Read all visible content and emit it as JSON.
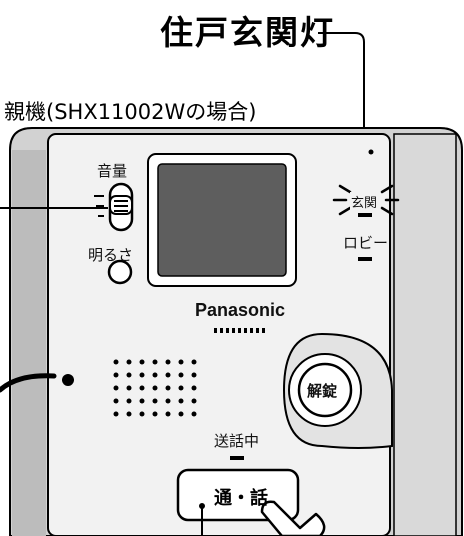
{
  "callout": {
    "title": "住戸玄関灯"
  },
  "header": {
    "model_caption": "親機(SHX11002Wの場合)"
  },
  "device": {
    "brand": "Panasonic",
    "volume_label": "音量",
    "brightness_label": "明るさ",
    "entrance_label": "玄関",
    "lobby_label": "ロビー",
    "unlock_label": "解錠",
    "talking_label": "送話中",
    "talk_button_label": "通・話"
  },
  "colors": {
    "panel": "#f2f2f2",
    "body_gray": "#d2d2d2",
    "screen": "#5e5e5e",
    "outline": "#000000"
  },
  "icons": [
    "leader-line",
    "speaker-grille-icon",
    "glowing-entrance-light-icon",
    "hand-pointer-icon"
  ]
}
